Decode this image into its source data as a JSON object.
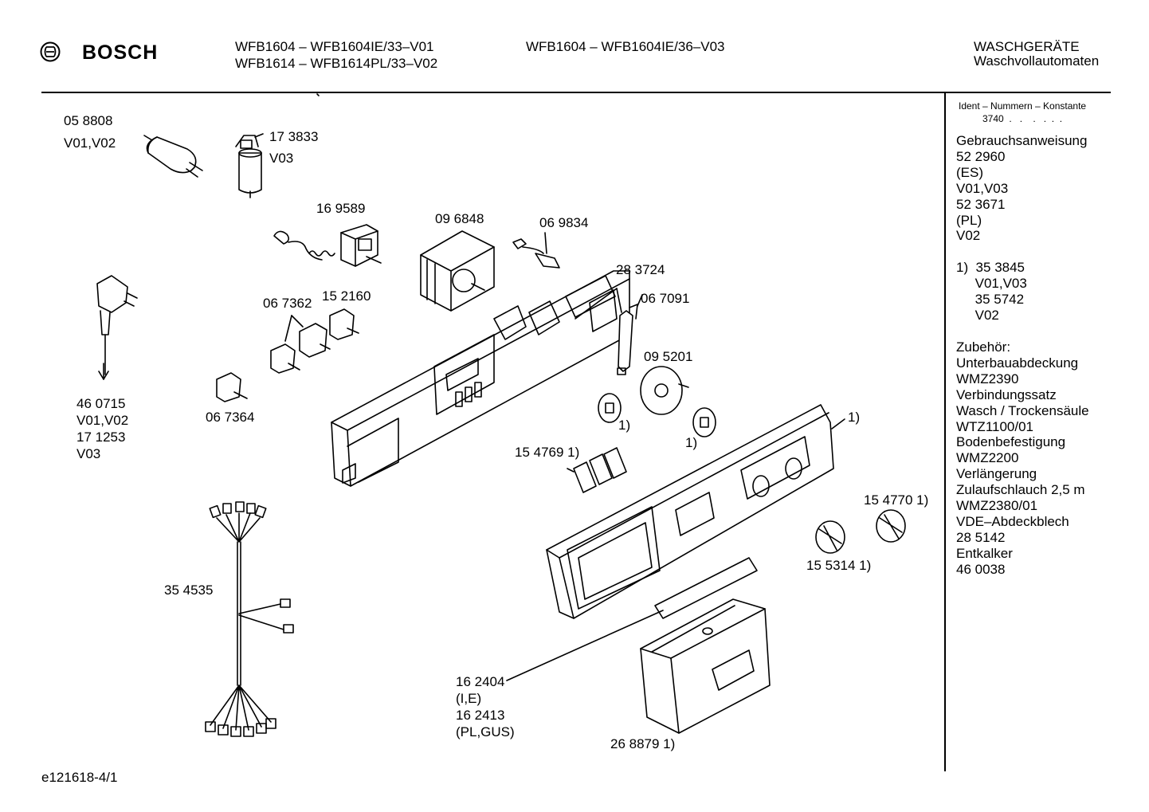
{
  "header": {
    "brand": "BOSCH",
    "models_left": [
      "WFB1604 – WFB1604IE/33–V01",
      "WFB1614 – WFB1614PL/33–V02"
    ],
    "model_center": "WFB1604 – WFB1604IE/36–V03",
    "category": [
      "WASCHGERÄTE",
      "Waschvollautomaten"
    ]
  },
  "ident": {
    "label": "Ident – Nummern – Konstante",
    "value": "3740  .   .    .   .  .  ."
  },
  "sidebar": {
    "lines": [
      "Gebrauchsanweisung",
      "52 2960",
      "(ES)",
      "V01,V03",
      "52 3671",
      "(PL)",
      "V02",
      "",
      "1)  35 3845",
      "     V01,V03",
      "     35 5742",
      "     V02",
      "",
      "Zubehör:",
      "Unterbauabdeckung",
      "WMZ2390",
      "Verbindungssatz",
      "Wasch / Trockensäule",
      "WTZ1100/01",
      "Bodenbefestigung",
      "WMZ2200",
      "Verlängerung",
      "Zulaufschlauch 2,5 m",
      "WMZ2380/01",
      "VDE–Abdeckblech",
      "28 5142",
      "Entkalker",
      "46 0038"
    ]
  },
  "parts": {
    "p058808": "05 8808",
    "p058808_v": "V01,V02",
    "p173833": "17 3833",
    "p173833_v": "V03",
    "p169589": "16 9589",
    "p096848": "09 6848",
    "p069834": "06 9834",
    "p283724": "28 3724",
    "p067091": "06 7091",
    "p067362": "06 7362",
    "p152160": "15 2160",
    "p095201": "09 5201",
    "p460715": "46 0715",
    "p460715_v": "V01,V02",
    "p171253": "17 1253",
    "p171253_v": "V03",
    "p067364": "06 7364",
    "p154769": "15 4769 1)",
    "note1a": "1)",
    "note1b": "1)",
    "note1c": "1)",
    "p154770": "15 4770 1)",
    "p155314": "15 5314 1)",
    "p354535": "35 4535",
    "p162404": "16 2404",
    "p162404_v": "(I,E)",
    "p162413": "16 2413",
    "p162413_v": "(PL,GUS)",
    "p268879": "26 8879 1)"
  },
  "footer": "e121618-4/1"
}
